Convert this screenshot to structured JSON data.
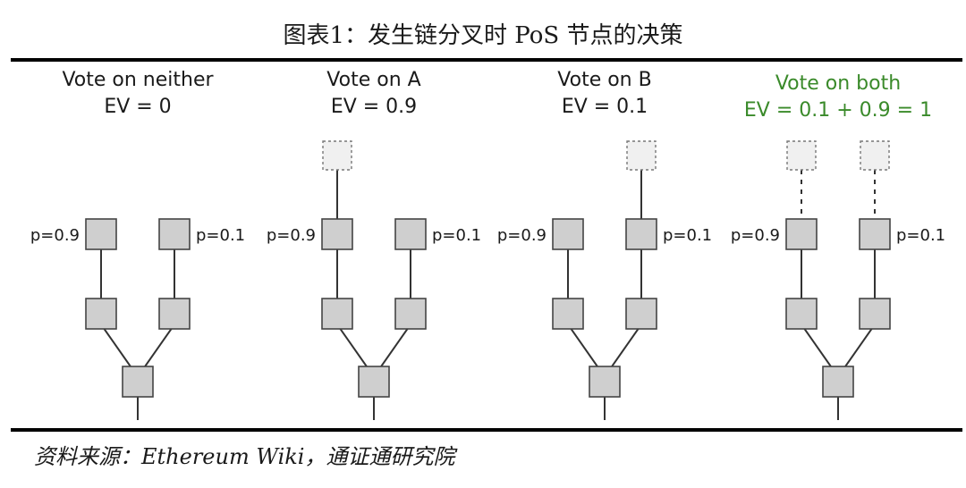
{
  "title": "图表1：发生链分叉时 PoS 节点的决策",
  "source": {
    "label": "资料来源：",
    "text": "Ethereum Wiki，通证通研究院"
  },
  "colors": {
    "box_fill": "#cfcfcf",
    "box_stroke": "#444444",
    "ghost_fill": "#f0f0f0",
    "ghost_stroke": "#777777",
    "edge": "#333333",
    "text": "#1a1a1a",
    "highlight": "#3a8a2a"
  },
  "panels": [
    {
      "id": "neither",
      "heading": "Vote on neither",
      "ev": "EV = 0",
      "highlight": false,
      "left_prob": "p=0.9",
      "right_prob": "p=0.1",
      "vote_left": false,
      "vote_right": false
    },
    {
      "id": "a",
      "heading": "Vote on A",
      "ev": "EV = 0.9",
      "highlight": false,
      "left_prob": "p=0.9",
      "right_prob": "p=0.1",
      "vote_left": true,
      "vote_right": false
    },
    {
      "id": "b",
      "heading": "Vote on B",
      "ev": "EV = 0.1",
      "highlight": false,
      "left_prob": "p=0.9",
      "right_prob": "p=0.1",
      "vote_left": false,
      "vote_right": true
    },
    {
      "id": "both",
      "heading": "Vote on both",
      "ev": "EV = 0.1 + 0.9 = 1",
      "highlight": true,
      "left_prob": "p=0.9",
      "right_prob": "p=0.1",
      "vote_left": true,
      "vote_right": true
    }
  ]
}
